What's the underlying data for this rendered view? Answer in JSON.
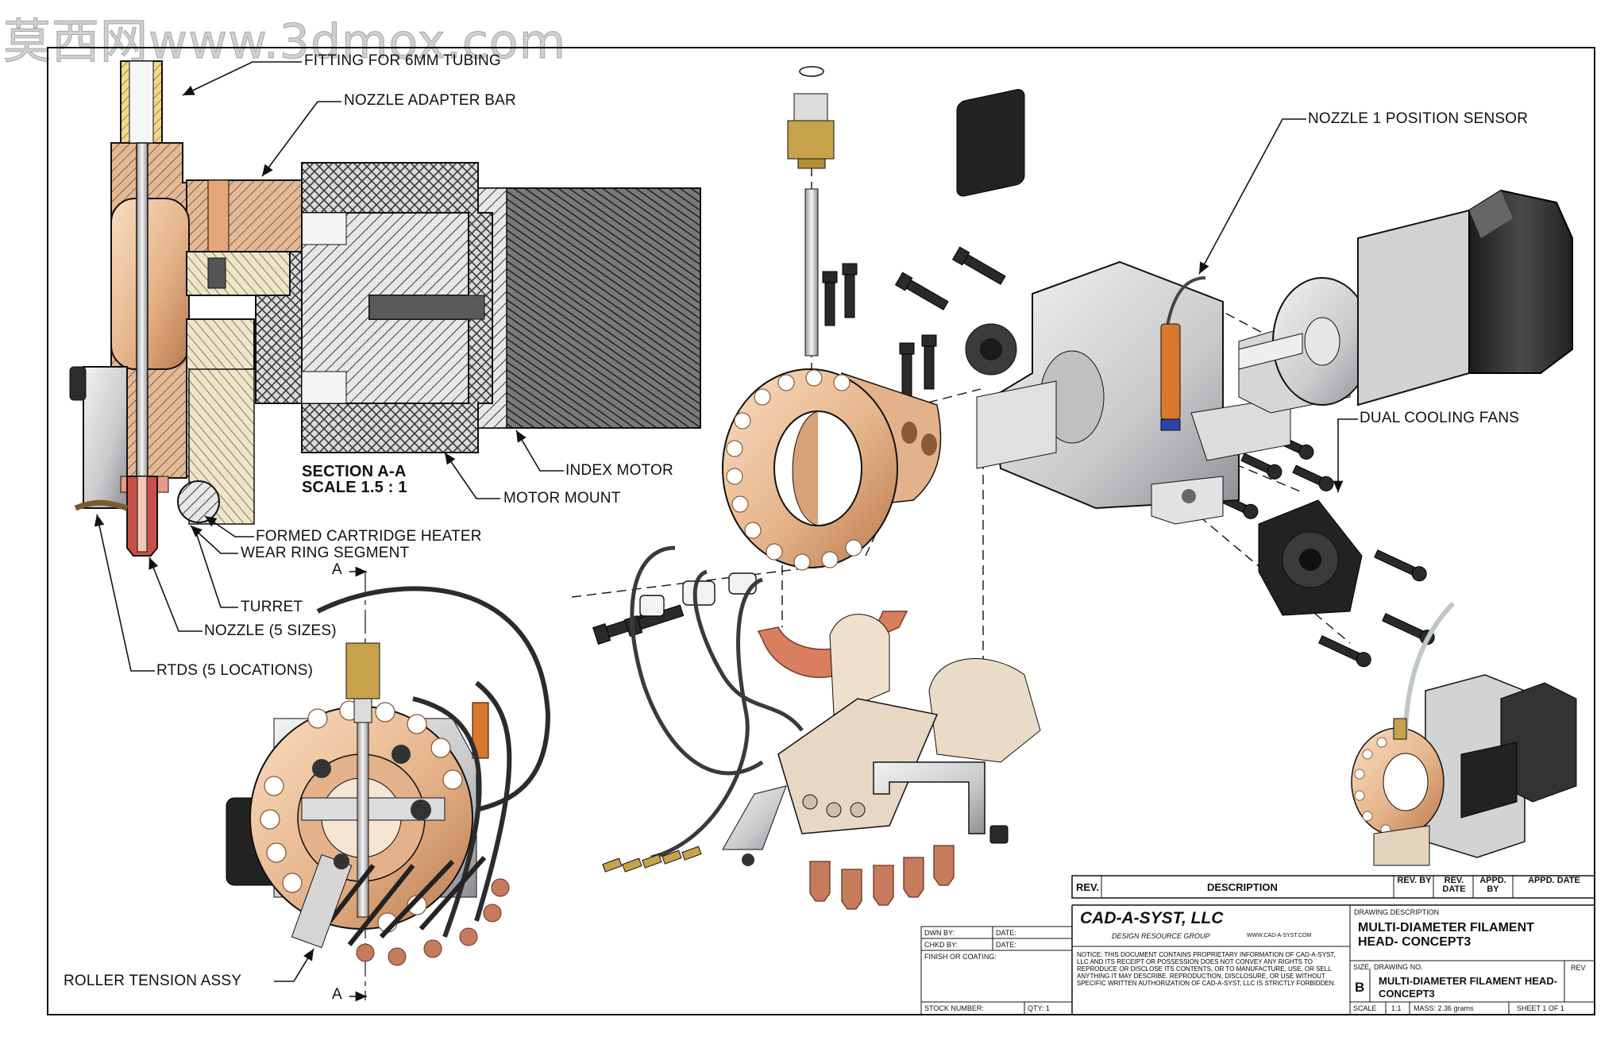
{
  "watermark": "莫西网www.3dmox.com",
  "callouts": {
    "fitting": "FITTING FOR 6MM TUBING",
    "adapter_bar": "NOZZLE ADAPTER BAR",
    "section_title": "SECTION A-A",
    "section_scale": "SCALE 1.5 : 1",
    "index_motor": "INDEX MOTOR",
    "motor_mount": "MOTOR MOUNT",
    "cartridge_heater": "FORMED CARTRIDGE HEATER",
    "wear_ring": "WEAR RING SEGMENT",
    "turret": "TURRET",
    "nozzle": "NOZZLE (5 SIZES)",
    "rtds": "RTDS (5 LOCATIONS)",
    "roller": "ROLLER TENSION ASSY",
    "sensor": "NOZZLE 1 POSITION SENSOR",
    "fans": "DUAL COOLING FANS",
    "section_marker": "A"
  },
  "title_block": {
    "rev_header": "REV.",
    "description_header": "DESCRIPTION",
    "rev_by": "REV. BY",
    "rev_date": "REV. DATE",
    "appd_by": "APPD. BY",
    "appd_date": "APPD. DATE",
    "company": "CAD-A-SYST, LLC",
    "company_sub": "DESIGN RESOURCE GROUP",
    "company_url": "WWW.CAD-A-SYST.COM",
    "notice": "NOTICE: THIS DOCUMENT CONTAINS PROPRIETARY INFORMATION OF CAD-A-SYST, LLC AND ITS RECEIPT OR POSSESSION DOES NOT CONVEY ANY RIGHTS TO REPRODUCE OR DISCLOSE ITS CONTENTS, OR TO MANUFACTURE, USE, OR SELL ANYTHING IT MAY DESCRIBE. REPRODUCTION, DISCLOSURE, OR USE WITHOUT SPECIFIC WRITTEN AUTHORIZATION OF CAD-A-SYST, LLC IS STRICTLY FORBIDDEN.",
    "dwn_by": "DWN BY:",
    "chkd_by": "CHKD BY:",
    "date_label": "DATE:",
    "finish": "FINISH OR COATING:",
    "stock_number": "STOCK NUMBER:",
    "qty": "QTY: 1",
    "drawing_desc_label": "DRAWING DESCRIPTION",
    "drawing_desc_1": "MULTI-DIAMETER FILAMENT",
    "drawing_desc_2": "HEAD- CONCEPT3",
    "size_label": "SIZE",
    "size_value": "B",
    "drawing_no_label": "DRAWING NO.",
    "drawing_no_1": "MULTI-DIAMETER FILAMENT HEAD-",
    "drawing_no_2": "CONCEPT3",
    "rev_label": "REV",
    "scale_label": "SCALE",
    "scale_value": "1:1",
    "mass": "MASS: 2.36 grams",
    "sheet": "SHEET 1 OF 1"
  },
  "colors": {
    "copper": "#e8b98f",
    "copper_dark": "#b9794c",
    "brass": "#d8b556",
    "steel": "#cfd0d2",
    "steel_dark": "#8e9094",
    "black_part": "#262626",
    "hatch": "#3a3a3a",
    "cream": "#efe5c8",
    "sensor_orange": "#d9782c",
    "heater": "#d97e5e",
    "line": "#111111"
  }
}
